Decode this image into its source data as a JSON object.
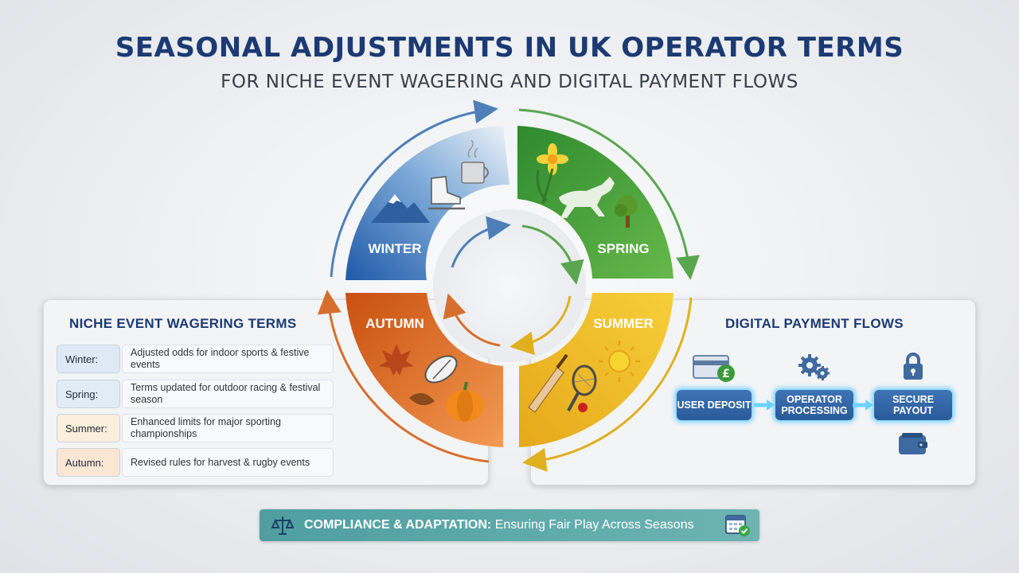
{
  "header": {
    "title": "SEASONAL ADJUSTMENTS IN UK OPERATOR TERMS",
    "subtitle": "FOR NICHE EVENT WAGERING AND DIGITAL PAYMENT FLOWS"
  },
  "cycle": {
    "winter": "WINTER",
    "spring": "SPRING",
    "summer": "SUMMER",
    "autumn": "AUTUMN",
    "colors": {
      "winter": "#2f6db3",
      "spring": "#3f9a3a",
      "summer": "#f0bd24",
      "autumn": "#e06a1c"
    }
  },
  "wagering": {
    "heading": "NICHE EVENT WAGERING TERMS",
    "items": [
      {
        "season": "Winter:",
        "text": "Adjusted odds for indoor sports & festive events",
        "color": "#dfe9f6"
      },
      {
        "season": "Spring:",
        "text": "Terms updated for outdoor racing & festival season",
        "color": "#e2ecf6"
      },
      {
        "season": "Summer:",
        "text": "Enhanced limits for major sporting championships",
        "color": "#fbeedb"
      },
      {
        "season": "Autumn:",
        "text": "Revised rules for harvest & rugby events",
        "color": "#fbe6d4"
      }
    ]
  },
  "payments": {
    "heading": "DIGITAL PAYMENT FLOWS",
    "steps": [
      "USER DEPOSIT",
      "OPERATOR PROCESSING",
      "SECURE PAYOUT"
    ],
    "icons": [
      "card-pound-icon",
      "gears-icon",
      "padlock-icon",
      "wallet-icon"
    ]
  },
  "banner": {
    "bold": "COMPLIANCE & ADAPTATION:",
    "text": " Ensuring Fair Play Across Seasons",
    "icons": [
      "scales-icon",
      "calendar-check-icon"
    ]
  }
}
